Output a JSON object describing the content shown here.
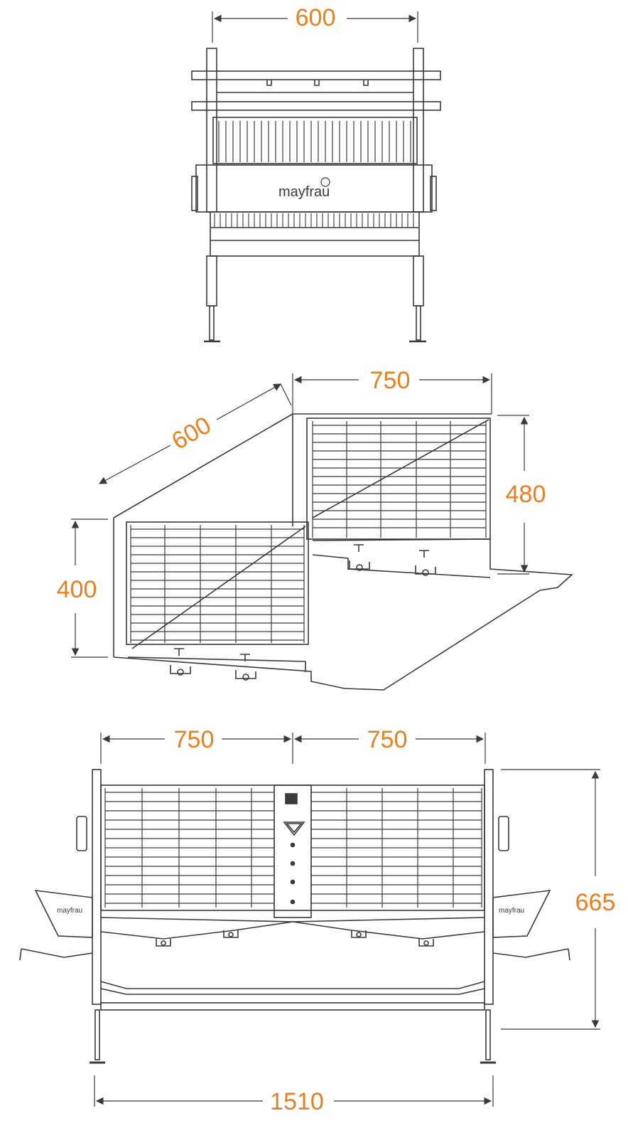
{
  "colors": {
    "dimension": "#E8801F",
    "line": "#3a3a3a",
    "background": "#ffffff"
  },
  "brand": {
    "logo_text": "mayfrau"
  },
  "views": {
    "front": {
      "width_dimension": "600"
    },
    "isometric": {
      "depth_dimension": "600",
      "width_dimension": "750",
      "rear_height_dimension": "480",
      "front_height_dimension": "400"
    },
    "rear": {
      "left_width_dimension": "750",
      "right_width_dimension": "750",
      "height_dimension": "665",
      "total_width_dimension": "1510"
    }
  },
  "icons": {
    "dimension_arrow": "arrow-icon",
    "brand_logo": "logo-icon",
    "bolt": "bolt-icon"
  }
}
